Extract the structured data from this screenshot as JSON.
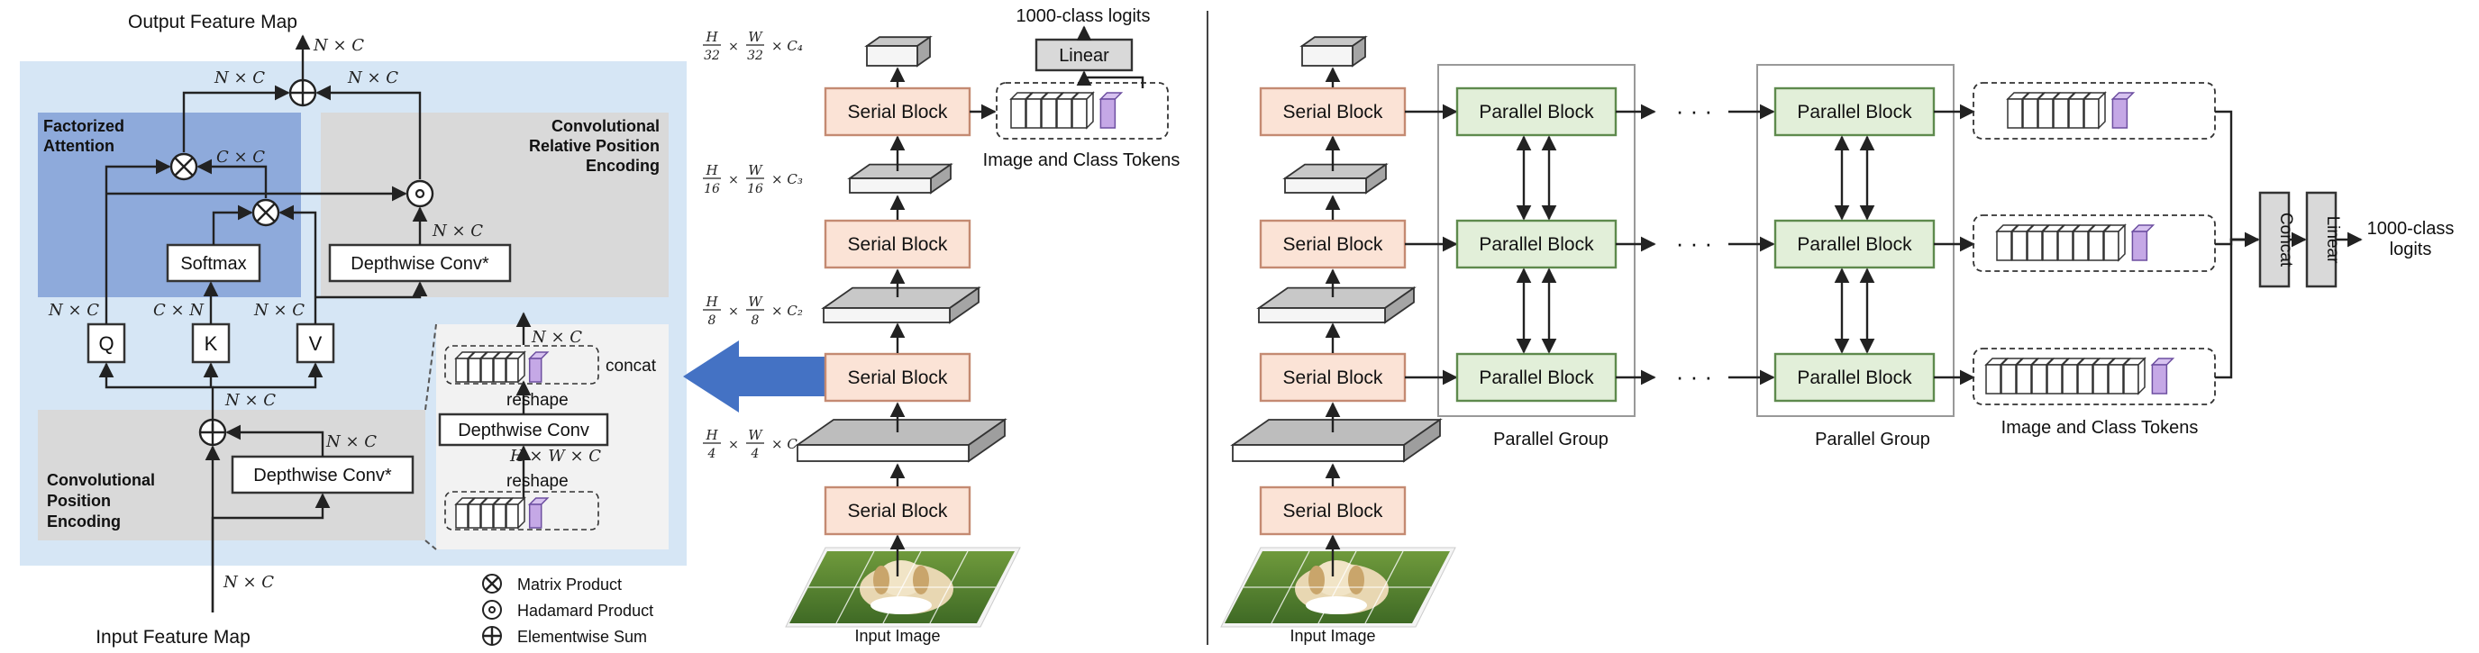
{
  "left": {
    "title_output": "Output Feature Map",
    "title_input": "Input Feature Map",
    "factorized_attention": [
      "Factorized",
      "Attention"
    ],
    "conv_rel_pos": [
      "Convolutional",
      "Relative Position",
      "Encoding"
    ],
    "conv_pos": [
      "Convolutional",
      "Position",
      "Encoding"
    ],
    "softmax": "Softmax",
    "dwconv_star": "Depthwise Conv*",
    "dwconv": "Depthwise Conv",
    "q": "Q",
    "k": "K",
    "v": "V",
    "reshape": "reshape",
    "concat": "concat",
    "dims": {
      "nxc": "N × C",
      "cxc": "C × C",
      "cxn": "C × N",
      "hwc": "H × W × C"
    },
    "legend": [
      "Matrix Product",
      "Hadamard Product",
      "Elementwise Sum"
    ]
  },
  "middle": {
    "serial_block": "Serial Block",
    "linear": "Linear",
    "logits": "1000-class logits",
    "tokens": "Image and Class Tokens",
    "input_image": "Input Image",
    "scales": [
      {
        "num": "H",
        "den": "32",
        "num2": "W",
        "den2": "32",
        "c": "× C₄"
      },
      {
        "num": "H",
        "den": "16",
        "num2": "W",
        "den2": "16",
        "c": "× C₃"
      },
      {
        "num": "H",
        "den": "8",
        "num2": "W",
        "den2": "8",
        "c": "× C₂"
      },
      {
        "num": "H",
        "den": "4",
        "num2": "W",
        "den2": "4",
        "c": "× C₁"
      }
    ]
  },
  "right": {
    "serial_block": "Serial Block",
    "parallel_block": "Parallel Block",
    "parallel_group": "Parallel Group",
    "ellipsis": "· · ·",
    "concat": "Concat",
    "linear": "Linear",
    "logits": [
      "1000-class",
      "logits"
    ],
    "tokens": "Image and Class Tokens",
    "input_image": "Input Image"
  },
  "colors": {
    "light_blue": "#d6e6f5",
    "mid_blue": "#8eaadb",
    "gray_panel": "#d9d9d9",
    "serial": "#fbe3d6",
    "serial_border": "#c48a72",
    "parallel": "#e2efd9",
    "parallel_border": "#5e8a4d",
    "purple": "#c5a8e6",
    "arrow_blue": "#4472c4"
  }
}
